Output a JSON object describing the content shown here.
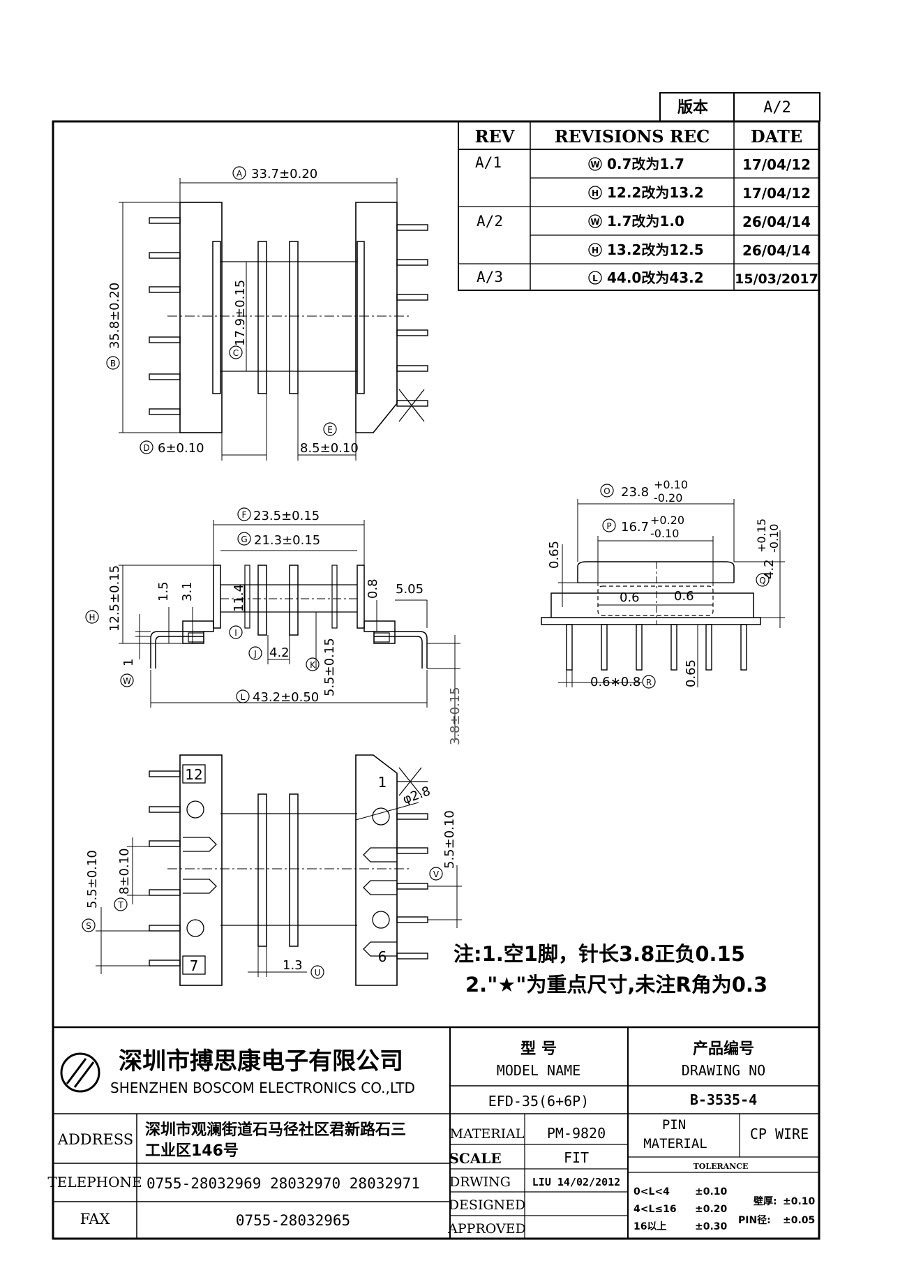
{
  "version_box": {
    "label": "版本",
    "value": "A/2"
  },
  "revisions": {
    "headers": {
      "rev": "REV",
      "rec": "REVISIONS REC",
      "date": "DATE"
    },
    "rows": [
      {
        "rev": "A/1",
        "tag": "W",
        "change": "0.7改为1.7",
        "date": "17/04/12"
      },
      {
        "rev": "",
        "tag": "H",
        "change": "12.2改为13.2",
        "date": "17/04/12"
      },
      {
        "rev": "A/2",
        "tag": "W",
        "change": "1.7改为1.0",
        "date": "26/04/14"
      },
      {
        "rev": "",
        "tag": "H",
        "change": "13.2改为12.5",
        "date": "26/04/14"
      },
      {
        "rev": "A/3",
        "tag": "L",
        "change": "44.0改为43.2",
        "date": "15/03/2017"
      }
    ]
  },
  "top_view": {
    "A": {
      "tag": "A",
      "text": "33.7±0.20"
    },
    "B": {
      "tag": "B",
      "text": "35.8±0.20"
    },
    "C": {
      "tag": "C",
      "text": "17.9±0.15"
    },
    "D": {
      "tag": "D",
      "text": "6±0.10"
    },
    "E": {
      "tag": "E",
      "text": "8.5±0.10"
    }
  },
  "side_view": {
    "F": {
      "tag": "F",
      "text": "23.5±0.15"
    },
    "G": {
      "tag": "G",
      "text": "21.3±0.15"
    },
    "H": {
      "tag": "H",
      "text": "12.5±0.15"
    },
    "I": {
      "tag": "I",
      "text": "11.4"
    },
    "J": {
      "tag": "J",
      "text": "4.2"
    },
    "K": {
      "tag": "K",
      "text": "5.5±0.15"
    },
    "L": {
      "tag": "L",
      "text": "43.2±0.50"
    },
    "W": {
      "tag": "W",
      "text": "1"
    },
    "d15": "1.5",
    "d31": "3.1",
    "d08": "0.8",
    "d505": "5.05",
    "pin_len": "3.8±0.15"
  },
  "end_view": {
    "O": {
      "tag": "O",
      "nominal": "23.8",
      "plus": "+0.10",
      "minus": "-0.20"
    },
    "P": {
      "tag": "P",
      "nominal": "16.7",
      "plus": "+0.20",
      "minus": "-0.10"
    },
    "Q": {
      "tag": "Q",
      "nominal": "4.2",
      "plus": "+0.15",
      "minus": "-0.10"
    },
    "R": {
      "tag": "R",
      "text": "0.6∗0.8"
    },
    "d065a": "0.65",
    "d065b": "0.65",
    "d06a": "0.6",
    "d06b": "0.6"
  },
  "bottom_view": {
    "pin12": "12",
    "pin1": "1",
    "pin7": "7",
    "pin6": "6",
    "hole": "φ2.8",
    "S": {
      "tag": "S",
      "text": "5.5±0.10"
    },
    "T": {
      "tag": "T",
      "text": "8±0.10"
    },
    "U": {
      "tag": "U",
      "text": "1.3"
    },
    "V": {
      "tag": "V",
      "text": "5.5±0.10"
    }
  },
  "notes": {
    "line1": "注:1.空1脚，针长3.8正负0.15",
    "line2": "2.\"★\"为重点尺寸,未注R角为0.3"
  },
  "title_block": {
    "company_cn": "深圳市搏思康电子有限公司",
    "company_en": "SHENZHEN BOSCOM ELECTRONICS CO.,LTD",
    "address_label": "ADDRESS",
    "address_line1": "深圳市观澜街道石马径社区君新路石三",
    "address_line2": "工业区146号",
    "telephone_label": "TELEPHONE",
    "telephone": "0755-28032969 28032970 28032971",
    "fax_label": "FAX",
    "fax": "0755-28032965",
    "model_cn": "型    号",
    "model_en": "MODEL NAME",
    "model_value": "EFD-35(6+6P)",
    "drawing_cn": "产品编号",
    "drawing_en": "DRAWING NO",
    "drawing_value": "B-3535-4",
    "material_label": "MATERIAL",
    "material_value": "PM-9820",
    "pin_material_label1": "PIN",
    "pin_material_label2": "MATERIAL",
    "pin_material_value": "CP WIRE",
    "scale_label": "SCALE",
    "scale_value": "FIT",
    "drawing_label": "DRWING",
    "drawing_by": "LIU 14/02/2012",
    "designed_label": "DESIGNED",
    "approved_label": "APPROVED",
    "tolerance_label": "TOLERANCE",
    "tol1": "0<L<4",
    "tol1v": "±0.10",
    "tol2": "4<L≤16",
    "tol2v": "±0.20",
    "tol3": "16以上",
    "tol3v": "±0.30",
    "wall_label": "壁厚:",
    "wall_value": "±0.10",
    "pindia_label": "PIN径:",
    "pindia_value": "±0.05"
  }
}
